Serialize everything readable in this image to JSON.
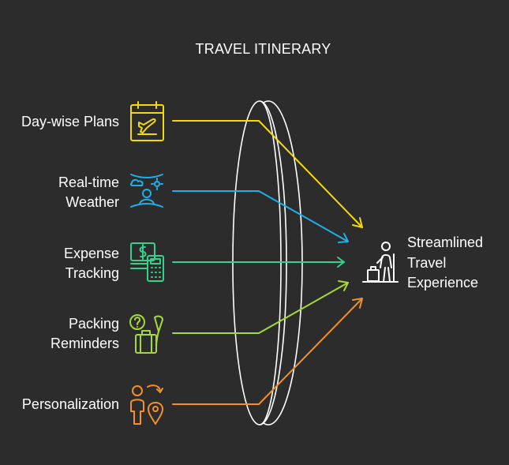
{
  "title": "TRAVEL ITINERARY",
  "inputs": [
    {
      "lines": [
        "Day-wise Plans"
      ],
      "icon": "calendar-plane-icon",
      "color": "#f5d90a"
    },
    {
      "lines": [
        "Real-time",
        "Weather"
      ],
      "icon": "weather-person-icon",
      "color": "#1fb0ea"
    },
    {
      "lines": [
        "Expense",
        "Tracking"
      ],
      "icon": "money-calculator-icon",
      "color": "#35d08a"
    },
    {
      "lines": [
        "Packing",
        "Reminders"
      ],
      "icon": "luggage-question-icon",
      "color": "#a3d93a"
    },
    {
      "lines": [
        "Personalization"
      ],
      "icon": "person-location-icon",
      "color": "#f2902b"
    }
  ],
  "lens": {
    "icon": "lens-icon",
    "color": "#ffffff"
  },
  "outcome": {
    "lines": [
      "Streamlined",
      "Travel",
      "Experience"
    ],
    "icon": "traveler-icon",
    "color": "#ffffff"
  }
}
